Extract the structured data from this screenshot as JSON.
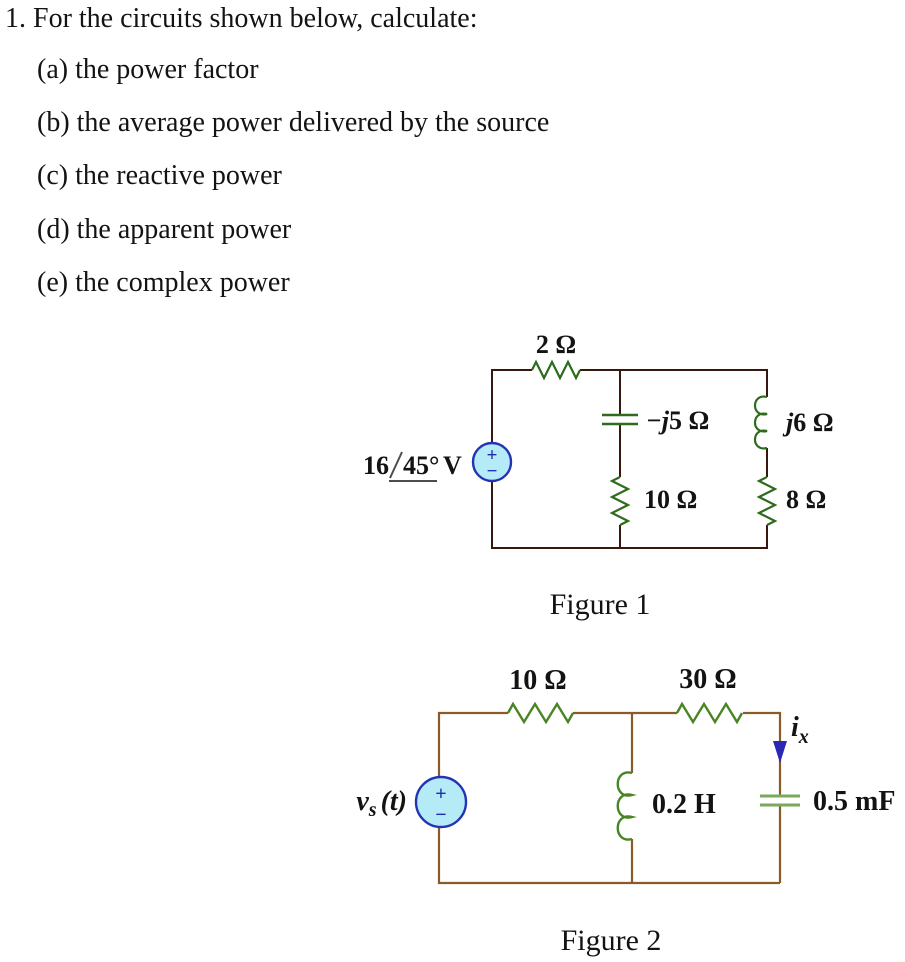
{
  "problem": {
    "title": "1. For the circuits shown below, calculate:",
    "items": [
      "(a) the power factor",
      "(b) the average power delivered by the source",
      "(c) the reactive power",
      "(d) the apparent power",
      "(e) the complex power"
    ]
  },
  "figure1": {
    "caption": "Figure 1",
    "source": {
      "magnitude": "16",
      "angle": "45°",
      "unit": "V",
      "plus": "+",
      "minus": "−"
    },
    "labels": {
      "top_resistor": "2 Ω",
      "capacitor_prefix": "−j",
      "capacitor_value": "5 Ω",
      "mid_resistor": "10 Ω",
      "inductor_prefix": "j",
      "inductor_value": "6 Ω",
      "right_resistor": "8 Ω"
    }
  },
  "figure2": {
    "caption": "Figure 2",
    "source": {
      "symbol": "v",
      "subscript": "s",
      "argument": "(t)",
      "plus": "+",
      "minus": "−"
    },
    "labels": {
      "left_resistor": "10 Ω",
      "right_resistor": "30 Ω",
      "inductor": "0.2 H",
      "capacitor": "0.5 mF",
      "current_symbol": "i",
      "current_subscript": "x"
    }
  },
  "colors": {
    "figure1_wire": "#3a170c",
    "figure2_wire": "#8a5b28",
    "figure1_component_green": "#2e6b1c",
    "figure2_component_green": "#478522",
    "figure2_capacitor_green": "#7aa95c",
    "source_fill": "#b5eaf7",
    "source_stroke": "#2433b5",
    "current_arrow": "#2a28b4",
    "text": "#131313"
  }
}
